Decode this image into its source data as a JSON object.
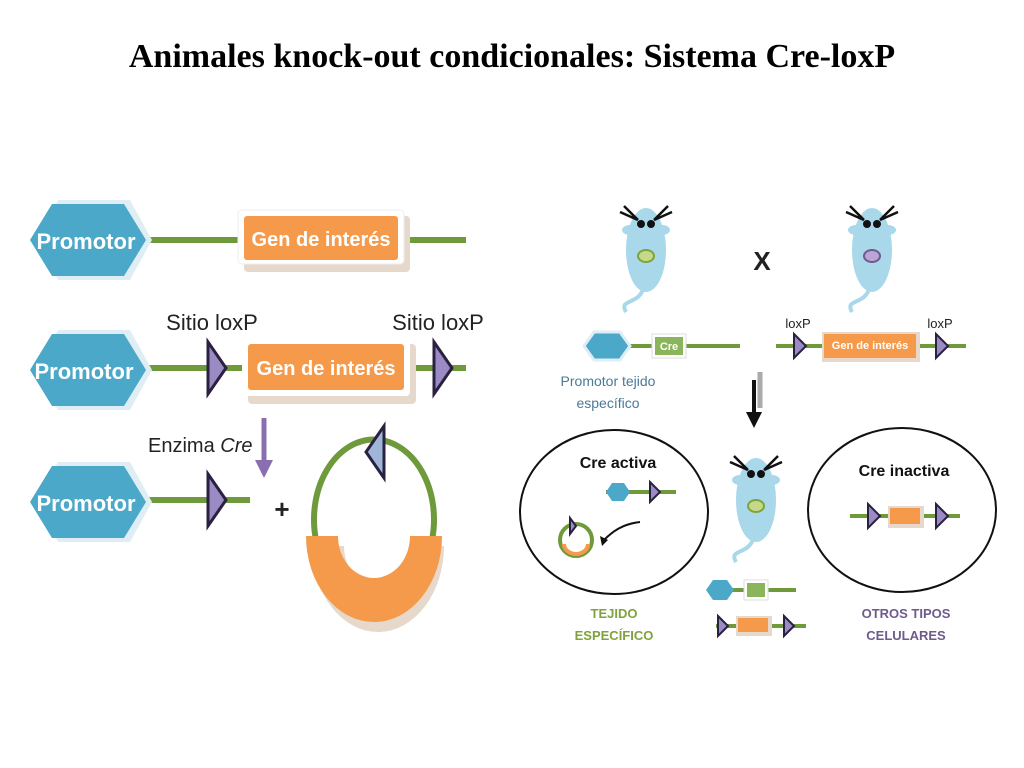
{
  "title": "Animales knock-out condicionales: Sistema Cre-loxP",
  "left": {
    "promotor": "Promotor",
    "gen": "Gen de interés",
    "sitio_loxp": "Sitio loxP",
    "enzima": "Enzima",
    "cre": "Cre",
    "plus": "+"
  },
  "right": {
    "cross": "X",
    "cre_box": "Cre",
    "promotor_tejido_line1": "Promotor tejido",
    "promotor_tejido_line2": "específico",
    "loxp": "loxP",
    "gen_small": "Gen de interés",
    "cre_activa": "Cre activa",
    "cre_inactiva": "Cre inactiva",
    "tejido_line1": "TEJIDO",
    "tejido_line2": "ESPECÍFICO",
    "otros_line1": "OTROS TIPOS",
    "otros_line2": "CELULARES"
  },
  "colors": {
    "promoter": "#4BA8C8",
    "gene": "#F59A4A",
    "dna": "#6E9A3C",
    "loxp": "#9B8BC4",
    "cre": "#8AB55B",
    "arrow": "#8A6FB0",
    "mouse": "#A8D8EA",
    "green_text": "#7FA33A",
    "purple_text": "#6E5A8C"
  }
}
